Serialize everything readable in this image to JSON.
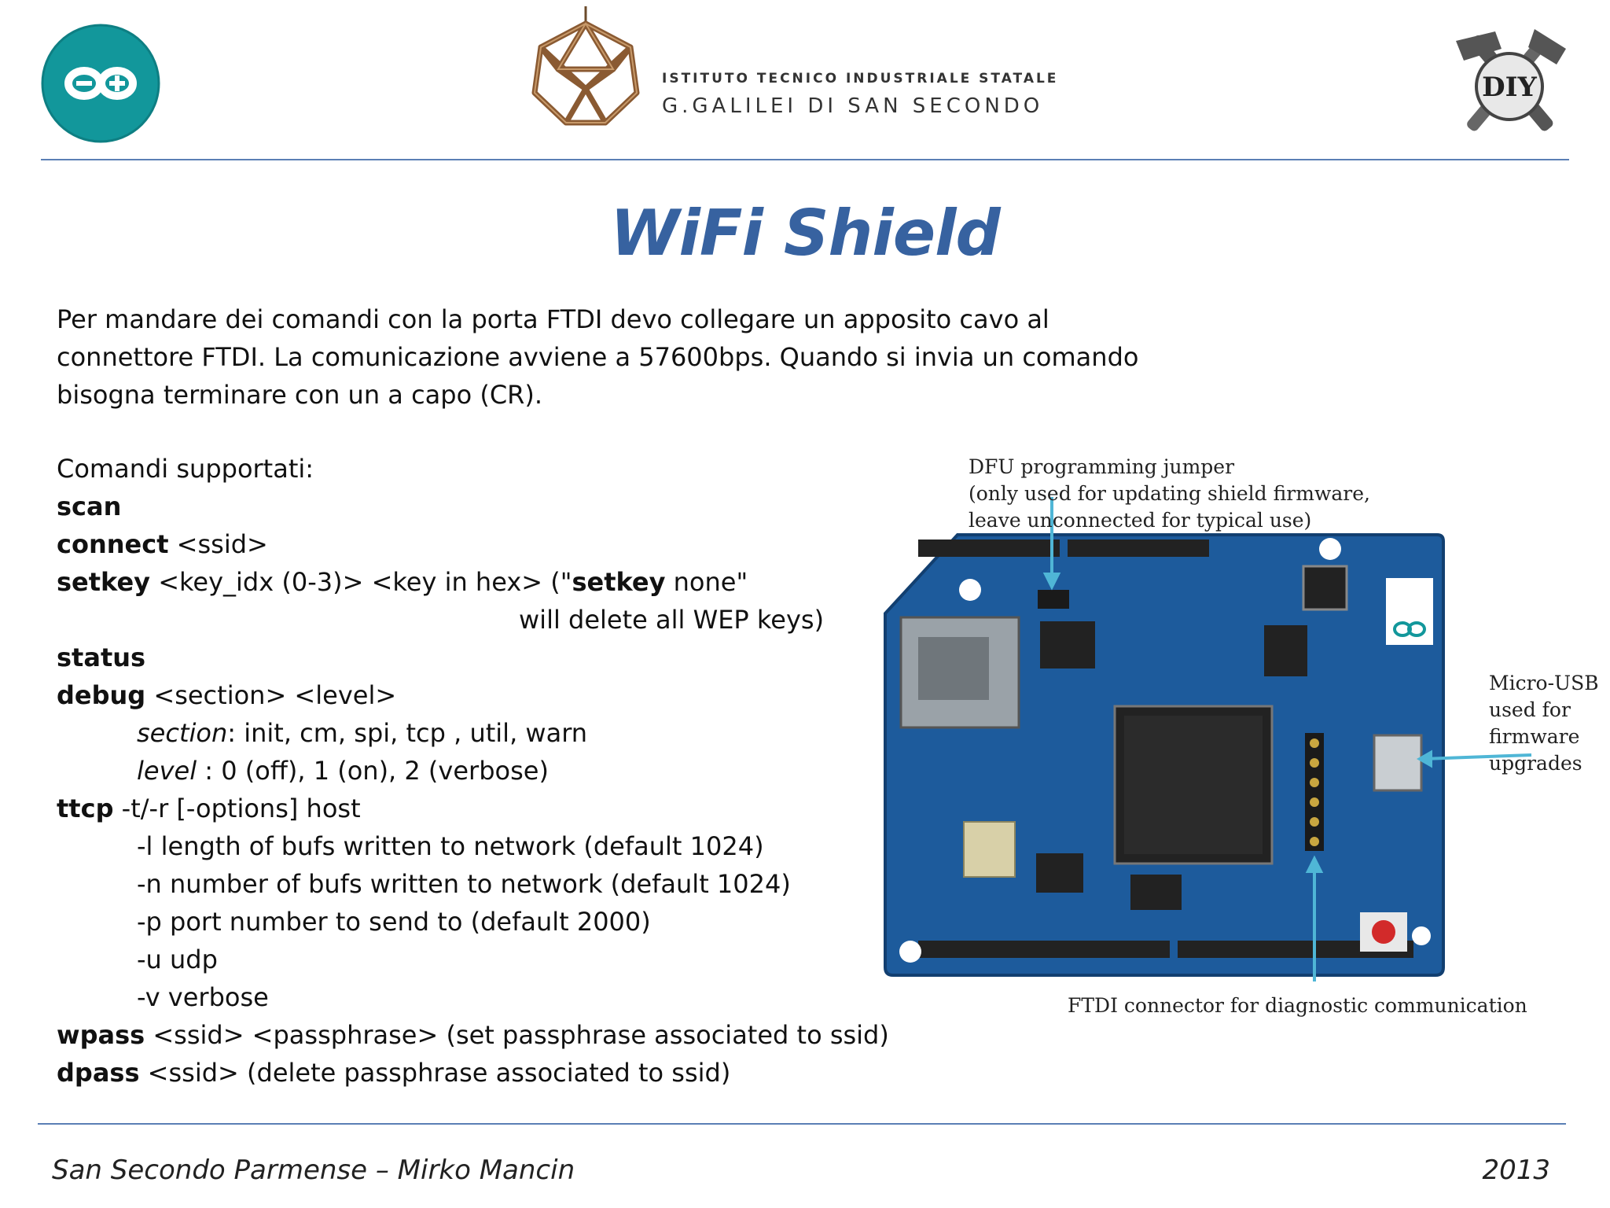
{
  "header": {
    "school_line1": "ISTITUTO TECNICO INDUSTRIALE STATALE",
    "school_line2": "G.GALILEI DI SAN SECONDO",
    "diy_logo_text": "DIY"
  },
  "title": "WiFi Shield",
  "intro": [
    "Per mandare dei comandi con la porta FTDI devo collegare un apposito cavo al",
    "connettore FTDI. La comunicazione avviene a 57600bps. Quando si invia un comando",
    "bisogna terminare con un a capo (CR)."
  ],
  "commands": {
    "heading": "Comandi supportati:",
    "scan": "scan",
    "connect_kw": "connect",
    "connect_args": " <ssid>",
    "setkey_kw": "setkey",
    "setkey_args": " <key_idx (0-3)> <key in hex> (\"",
    "setkey_kw2": "setkey",
    "setkey_tail": " none\"",
    "setkey_cont": "will delete all WEP keys)",
    "status": "status",
    "debug_kw": "debug",
    "debug_args": " <section> <level>",
    "section_label": "section",
    "section_vals": ": init, cm, spi, tcp , util, warn",
    "level_label": "level",
    "level_vals": " : 0 (off), 1 (on), 2 (verbose)",
    "ttcp_kw": "ttcp",
    "ttcp_args": " -t/-r [-options] host",
    "ttcp_opts": [
      "-l length of bufs written to network (default 1024)",
      "-n number of bufs written to network (default 1024)",
      "-p port number to send to (default 2000)",
      "-u udp",
      "-v verbose"
    ],
    "wpass_kw": "wpass",
    "wpass_args": " <ssid> <passphrase> (set passphrase associated to ssid)",
    "dpass_kw": "dpass",
    "dpass_args": " <ssid> (delete passphrase associated to ssid)"
  },
  "board": {
    "ann_dfu": [
      "DFU programming jumper",
      "(only used for updating shield firmware,",
      "leave unconnected for typical use)"
    ],
    "ann_usb": [
      "Micro-USB",
      "used for",
      "firmware",
      "upgrades"
    ],
    "ann_ftdi": "FTDI connector for diagnostic communication"
  },
  "footer": {
    "left": "San Secondo Parmense – Mirko Mancin",
    "right": "2013"
  }
}
